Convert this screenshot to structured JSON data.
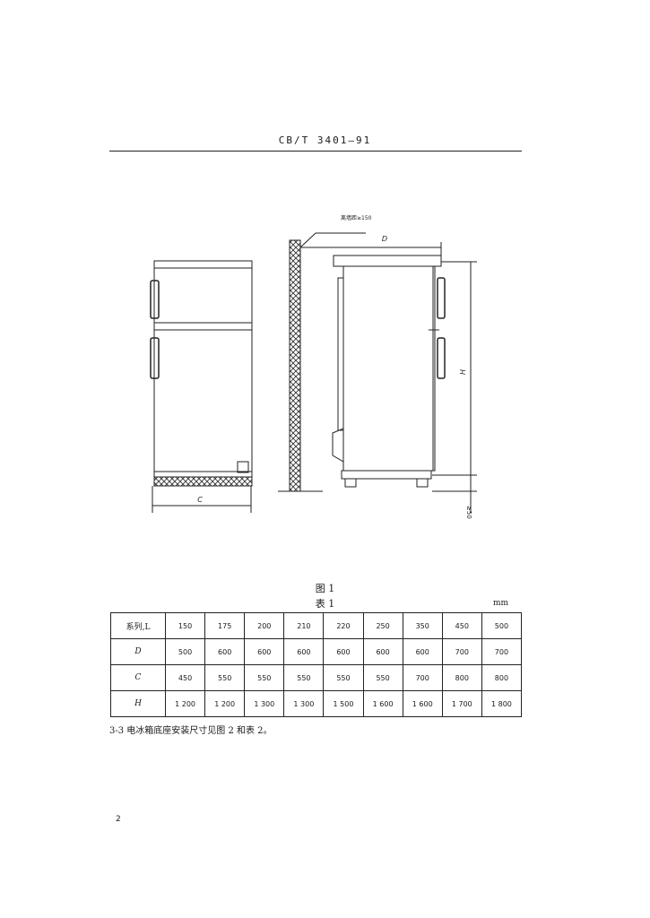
{
  "header": {
    "doc_code": "CB/T 3401—91"
  },
  "figure": {
    "caption": "图 1",
    "label_clearance": "离墙距≥150",
    "label_d": "D",
    "label_h": "H",
    "label_c": "C",
    "label_bottom": "≥50"
  },
  "table": {
    "caption": "表 1",
    "unit": "mm",
    "rows": [
      {
        "label": "系列,L",
        "cells": [
          "150",
          "175",
          "200",
          "210",
          "220",
          "250",
          "350",
          "450",
          "500"
        ]
      },
      {
        "label": "D",
        "cells": [
          "500",
          "600",
          "600",
          "600",
          "600",
          "600",
          "600",
          "700",
          "700"
        ]
      },
      {
        "label": "C",
        "cells": [
          "450",
          "550",
          "550",
          "550",
          "550",
          "550",
          "700",
          "800",
          "800"
        ]
      },
      {
        "label": "H",
        "cells": [
          "1 200",
          "1 200",
          "1 300",
          "1 300",
          "1 500",
          "1 600",
          "1 600",
          "1 700",
          "1 800"
        ]
      }
    ]
  },
  "clause": "3-3  电冰箱底座安装尺寸见图 2 和表 2。",
  "page_number": "2"
}
